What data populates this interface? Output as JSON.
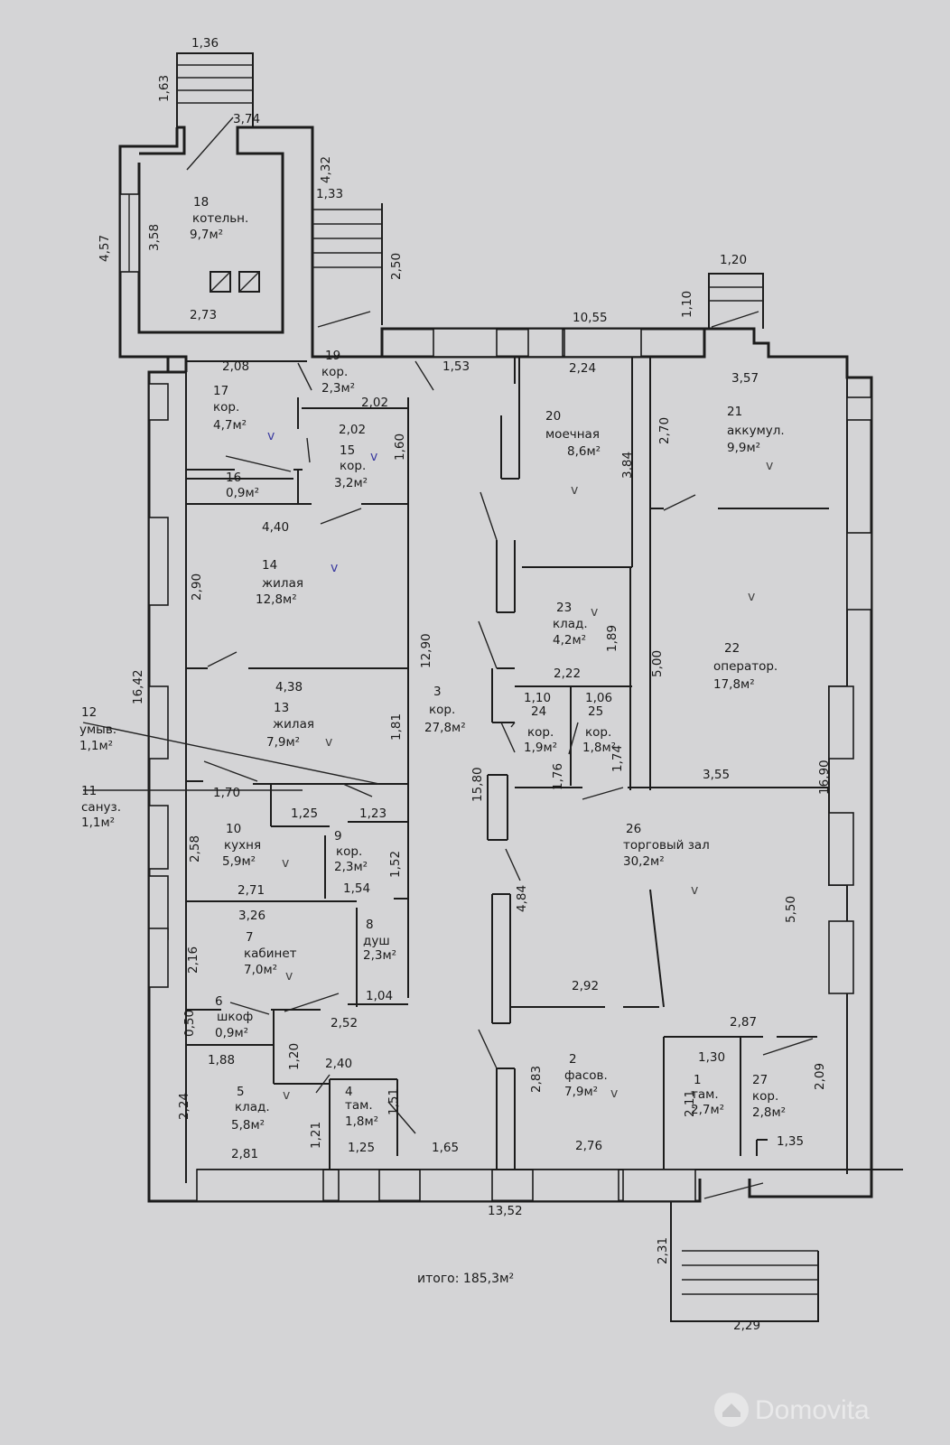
{
  "rooms": [
    {
      "id": "r1",
      "num": "1",
      "name": "там.",
      "area": "2,7м²"
    },
    {
      "id": "r2",
      "num": "2",
      "name": "фасов.",
      "area": "7,9м²"
    },
    {
      "id": "r3",
      "num": "3",
      "name": "кор.",
      "area": "27,8м²"
    },
    {
      "id": "r4",
      "num": "4",
      "name": "там.",
      "area": "1,8м²"
    },
    {
      "id": "r5",
      "num": "5",
      "name": "клад.",
      "area": "5,8м²"
    },
    {
      "id": "r6",
      "num": "6",
      "name": "шкоф",
      "area": "0,9м²"
    },
    {
      "id": "r7",
      "num": "7",
      "name": "кабинет",
      "area": "7,0м²"
    },
    {
      "id": "r8",
      "num": "8",
      "name": "душ",
      "area": "2,3м²"
    },
    {
      "id": "r9",
      "num": "9",
      "name": "кор.",
      "area": "2,3м²"
    },
    {
      "id": "r10",
      "num": "10",
      "name": "кухня",
      "area": "5,9м²"
    },
    {
      "id": "r11",
      "num": "11",
      "name": "сануз.",
      "area": "1,1м²"
    },
    {
      "id": "r12",
      "num": "12",
      "name": "умыв.",
      "area": "1,1м²"
    },
    {
      "id": "r13",
      "num": "13",
      "name": "жилая",
      "area": "7,9м²"
    },
    {
      "id": "r14",
      "num": "14",
      "name": "жилая",
      "area": "12,8м²"
    },
    {
      "id": "r15",
      "num": "15",
      "name": "кор.",
      "area": "3,2м²"
    },
    {
      "id": "r16",
      "num": "16",
      "name": "",
      "area": "0,9м²"
    },
    {
      "id": "r17",
      "num": "17",
      "name": "кор.",
      "area": "4,7м²"
    },
    {
      "id": "r18",
      "num": "18",
      "name": "котельн.",
      "area": "9,7м²"
    },
    {
      "id": "r19",
      "num": "19",
      "name": "кор.",
      "area": "2,3м²"
    },
    {
      "id": "r20",
      "num": "20",
      "name": "моечная",
      "area": "8,6м²"
    },
    {
      "id": "r21",
      "num": "21",
      "name": "аккумул.",
      "area": "9,9м²"
    },
    {
      "id": "r22",
      "num": "22",
      "name": "оператор.",
      "area": "17,8м²"
    },
    {
      "id": "r23",
      "num": "23",
      "name": "клад.",
      "area": "4,2м²"
    },
    {
      "id": "r24",
      "num": "24",
      "name": "кор.",
      "area": "1,9м²"
    },
    {
      "id": "r25",
      "num": "25",
      "name": "кор.",
      "area": "1,8м²"
    },
    {
      "id": "r26",
      "num": "26",
      "name": "торговый зал",
      "area": "30,2м²"
    },
    {
      "id": "r27",
      "num": "27",
      "name": "кор.",
      "area": "2,8м²"
    }
  ],
  "dimensions": {
    "d136": "1,36",
    "d163": "1,63",
    "d374": "3,74",
    "d432": "4,32",
    "d133": "1,33",
    "d358": "3,58",
    "d457": "4,57",
    "d250": "2,50",
    "d273": "2,73",
    "d120top": "1,20",
    "d110": "1,10",
    "d1055": "10,55",
    "d208": "2,08",
    "d153": "1,53",
    "d224top": "2,24",
    "d357": "3,57",
    "d202a": "2,02",
    "d202b": "2,02",
    "d160": "1,60",
    "d270": "2,70",
    "d384": "3,84",
    "d440": "4,40",
    "d290": "2,90",
    "d1290": "12,90",
    "d189": "1,89",
    "d500": "5,00",
    "d222": "2,22",
    "d438": "4,38",
    "d1642": "16,42",
    "d110b": "1,10",
    "d106": "1,06",
    "d181": "1,81",
    "d176": "1,76",
    "d174": "1,74",
    "d355": "3,55",
    "d1690": "16,90",
    "d170": "1,70",
    "d125a": "1,25",
    "d123": "1,23",
    "d1580": "15,80",
    "d258": "2,58",
    "d152": "1,52",
    "d271": "2,71",
    "d154": "1,54",
    "d484": "4,84",
    "d326": "3,26",
    "d550": "5,50",
    "d216": "2,16",
    "d104": "1,04",
    "d292": "2,92",
    "d050": "0,50",
    "d252": "2,52",
    "d287": "2,87",
    "d188": "1,88",
    "d120b": "1,20",
    "d240": "2,40",
    "d130": "1,30",
    "d283": "2,83",
    "d151": "1,51",
    "d211": "2,11",
    "d209": "2,09",
    "d224b": "2,24",
    "d121": "1,21",
    "d281": "2,81",
    "d125b": "1,25",
    "d165": "1,65",
    "d276": "2,76",
    "d135": "1,35",
    "d1352": "13,52",
    "d231": "2,31",
    "d229": "2,29"
  },
  "total": "итого: 185,3м²",
  "watermark": {
    "text": "Domovita",
    "icon": "domovita-logo-icon"
  },
  "colors": {
    "paper": "#d4d4d6",
    "ink": "#1c1c1c",
    "pen_blue": "#3a3aa0"
  }
}
